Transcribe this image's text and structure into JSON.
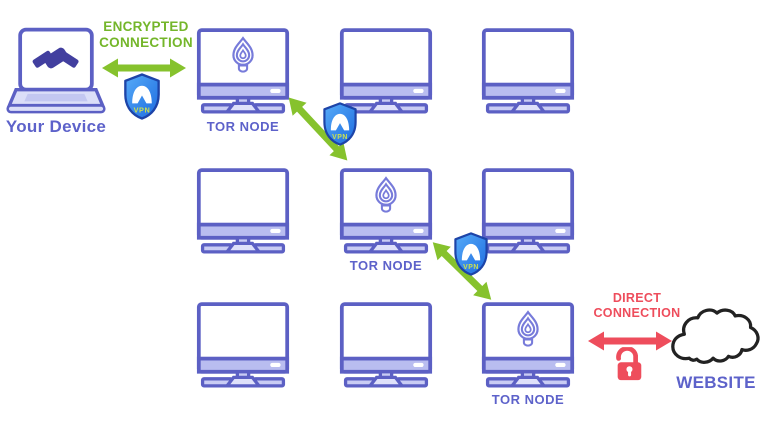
{
  "diagram": {
    "device": {
      "label": "Your Device",
      "icon": "laptop-handshake"
    },
    "encrypted_connection": {
      "label": "ENCRYPTED CONNECTION",
      "color": "#74b62a"
    },
    "vpn_badges": [
      {
        "label": "VPN"
      },
      {
        "label": "VPN"
      },
      {
        "label": "VPN"
      }
    ],
    "tor_nodes": [
      {
        "label": "TOR NODE"
      },
      {
        "label": "TOR NODE"
      },
      {
        "label": "TOR NODE"
      }
    ],
    "direct_connection": {
      "label": "DIRECT CONNECTION",
      "color": "#ee4d5c"
    },
    "website": {
      "label": "WEBSITE",
      "icon": "cloud"
    },
    "colors": {
      "monitor_outline": "#5c60c4",
      "monitor_bezel": "#b9bdf0",
      "label_purple": "#5d62ca",
      "arrow_green": "#86c22d",
      "arrow_red": "#ee4d5c",
      "shield_blue": "#2e86f0",
      "shield_border": "#1d44a8",
      "onion_purple": "#777bda",
      "handshake_indigo": "#423f9f",
      "cloud_outline": "#222222"
    }
  }
}
